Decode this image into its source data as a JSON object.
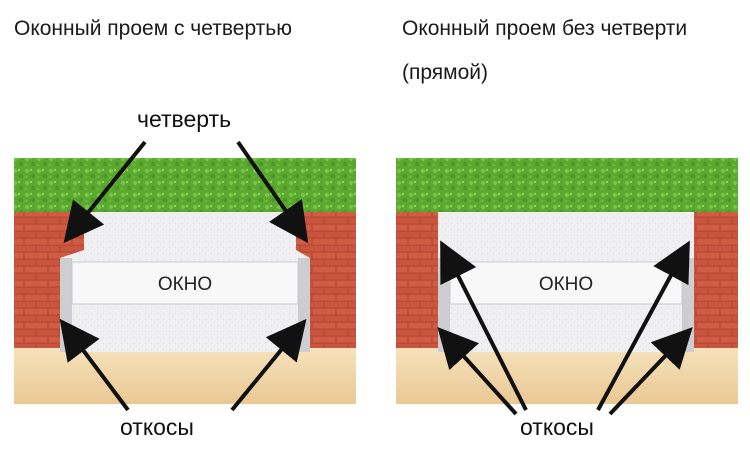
{
  "titles": {
    "with_quarter": "Оконный проем с четвертью",
    "without_quarter_line1": "Оконный проем без четверти",
    "without_quarter_line2": "(прямой)"
  },
  "labels": {
    "quarter": "четверть",
    "window_left": "ОКНО",
    "window_right": "ОКНО",
    "reveals_left": "откосы",
    "reveals_right": "откосы"
  },
  "colors": {
    "grass": "#5fae32",
    "brick": "#c0533b",
    "concrete": "#f1f1f3",
    "floor": "#f3dcb0",
    "window": "#f7f7f7",
    "arrow": "#111111"
  }
}
